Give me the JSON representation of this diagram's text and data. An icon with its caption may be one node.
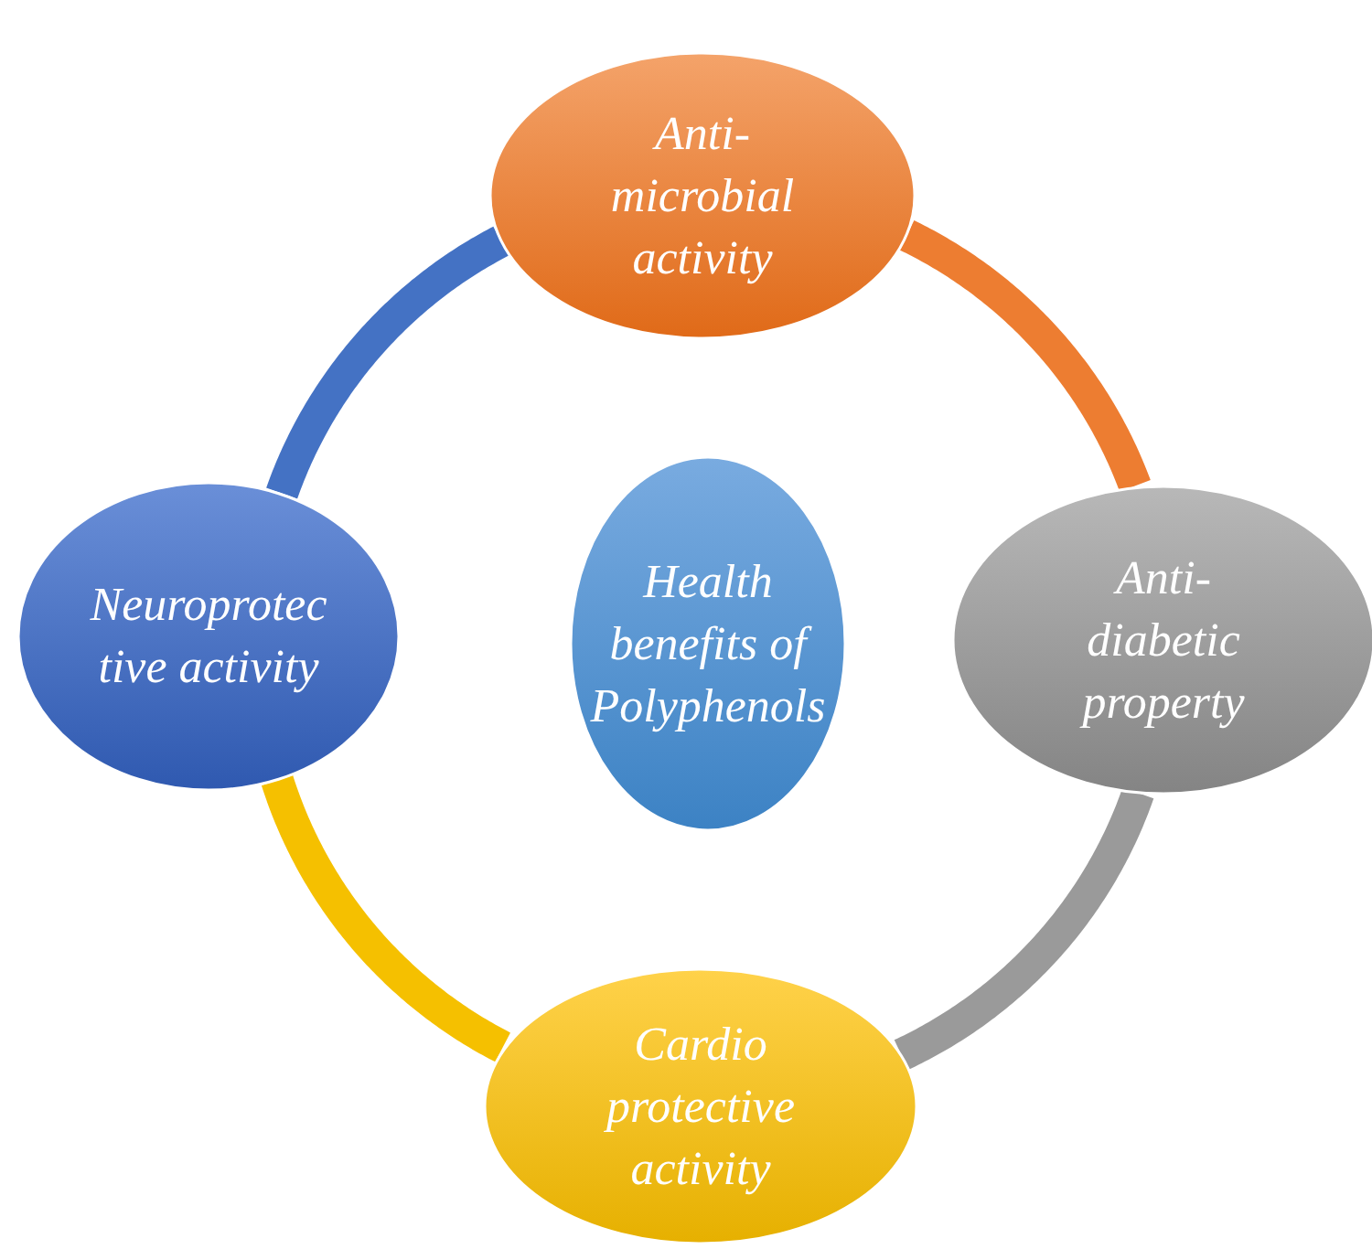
{
  "diagram": {
    "nodes": [
      {
        "text": [
          "Anti- microbial activity"
        ]
      },
      {
        "text": [
          "Neuroprotec tive activity"
        ]
      },
      {
        "text": [
          "Health benefits of Polyphenols"
        ]
      },
      {
        "text": [
          "Anti- diabetic property"
        ]
      },
      {
        "text": [
          "Cardio protective activity"
        ]
      }
    ],
    "edges": [
      {
        "from": 0,
        "to": 3,
        "arrow": "none",
        "color": "#ed7d31"
      },
      {
        "from": 3,
        "to": 4,
        "arrow": "none",
        "color": "#9a9a9a"
      },
      {
        "from": 4,
        "to": 1,
        "arrow": "none",
        "color": "#f5c000"
      },
      {
        "from": 1,
        "to": 0,
        "arrow": "none",
        "color": "#4472c4"
      }
    ]
  }
}
